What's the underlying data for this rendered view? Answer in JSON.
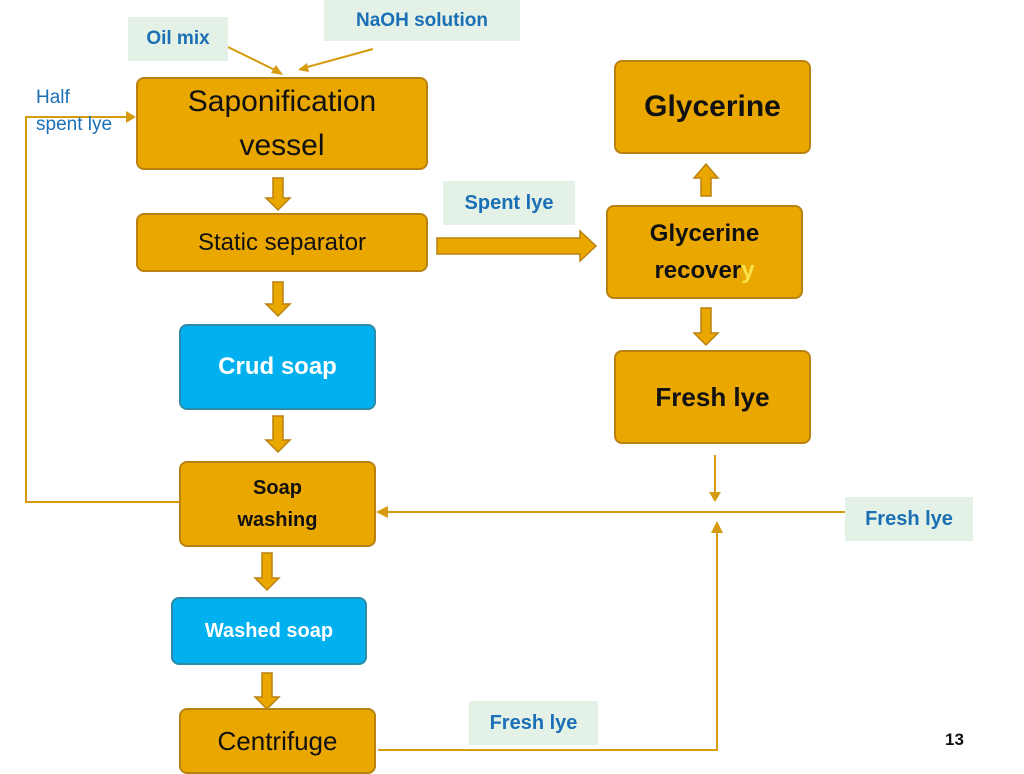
{
  "nodes": {
    "saponification": "Saponification vessel",
    "static_separator": "Static separator",
    "crud_soap": "Crud soap",
    "soap_washing": "Soap washing",
    "washed_soap": "Washed soap",
    "centrifuge": "Centrifuge",
    "glycerine": "Glycerine",
    "glycerine_recovery_main": "Glycerine recover",
    "glycerine_recovery_tail": "y",
    "fresh_lye_box": "Fresh lye"
  },
  "labels": {
    "oil_mix": "Oil mix",
    "naoh_solution": "NaOH solution",
    "half_spent_lye_1": "Half",
    "half_spent_lye_2": "spent lye",
    "spent_lye": "Spent lye",
    "fresh_lye_right": "Fresh lye",
    "fresh_lye_bottom": "Fresh lye"
  },
  "page_number": "13",
  "colors": {
    "process_fill": "#EAA700",
    "product_fill": "#00B0EF",
    "label_fill": "#E3F1E6",
    "label_text": "#1A6FB5",
    "line": "#D69B0E"
  }
}
